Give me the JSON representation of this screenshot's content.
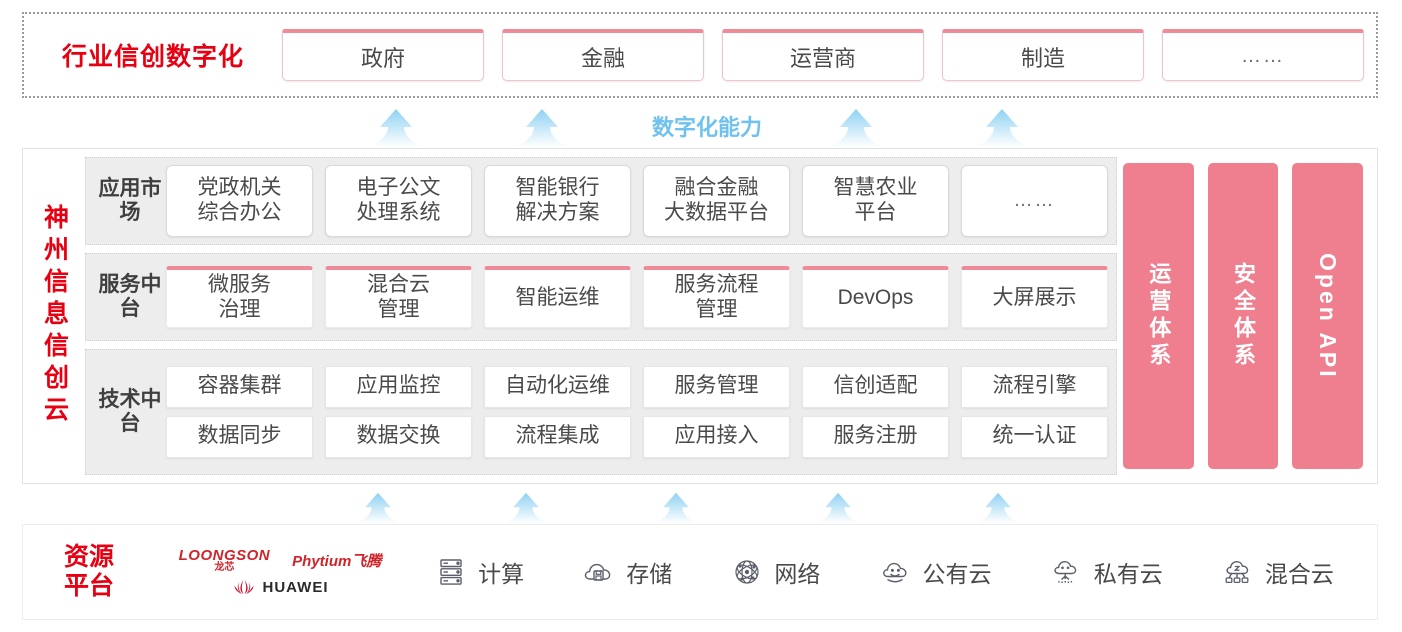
{
  "industry": {
    "title": "行业信创数字化",
    "cards": [
      {
        "label": "政府"
      },
      {
        "label": "金融"
      },
      {
        "label": "运营商"
      },
      {
        "label": "制造"
      },
      {
        "label": "……"
      }
    ]
  },
  "capability": {
    "label": "数字化能力",
    "arrow_icon": "up-arrow-icon",
    "arrow_count_top": 4,
    "arrow_count_bottom": 5
  },
  "cloud": {
    "brand": "神州信息信创云",
    "layers": [
      {
        "key": "app-market",
        "label": "应用市场",
        "cards": [
          {
            "label": "党政机关\n综合办公"
          },
          {
            "label": "电子公文\n处理系统"
          },
          {
            "label": "智能银行\n解决方案"
          },
          {
            "label": "融合金融\n大数据平台"
          },
          {
            "label": "智慧农业\n平台"
          },
          {
            "label": "……"
          }
        ]
      },
      {
        "key": "service-platform",
        "label": "服务中台",
        "cards": [
          {
            "label": "微服务\n治理"
          },
          {
            "label": "混合云\n管理"
          },
          {
            "label": "智能运维"
          },
          {
            "label": "服务流程\n管理"
          },
          {
            "label": "DevOps"
          },
          {
            "label": "大屏展示"
          }
        ]
      },
      {
        "key": "tech-platform",
        "label": "技术中台",
        "rows": [
          [
            {
              "label": "容器集群"
            },
            {
              "label": "应用监控"
            },
            {
              "label": "自动化运维"
            },
            {
              "label": "服务管理"
            },
            {
              "label": "信创适配"
            },
            {
              "label": "流程引擎"
            }
          ],
          [
            {
              "label": "数据同步"
            },
            {
              "label": "数据交换"
            },
            {
              "label": "流程集成"
            },
            {
              "label": "应用接入"
            },
            {
              "label": "服务注册"
            },
            {
              "label": "统一认证"
            }
          ]
        ]
      }
    ],
    "pillars": [
      {
        "label": "运营体系",
        "orientation": "vertical-cjk"
      },
      {
        "label": "安全体系",
        "orientation": "vertical-cjk"
      },
      {
        "label": "Open API",
        "orientation": "vertical-latin"
      }
    ]
  },
  "resource": {
    "title": "资源\n平台",
    "vendors": [
      {
        "name": "LOONGSON",
        "name_cn": "龙芯",
        "icon": "loongson-logo"
      },
      {
        "name": "Phytium飞腾",
        "icon": "phytium-logo"
      },
      {
        "name": "HUAWEI",
        "icon": "huawei-logo"
      }
    ],
    "items": [
      {
        "label": "计算",
        "icon": "server-rack-icon"
      },
      {
        "label": "存储",
        "icon": "cloud-storage-icon"
      },
      {
        "label": "网络",
        "icon": "network-mesh-icon"
      },
      {
        "label": "公有云",
        "icon": "public-cloud-icon"
      },
      {
        "label": "私有云",
        "icon": "private-cloud-icon"
      },
      {
        "label": "混合云",
        "icon": "hybrid-cloud-icon"
      }
    ]
  },
  "colors": {
    "brand_red": "#e60012",
    "pillar_pink": "#ef7f8e",
    "card_top_pink": "#ef8a99",
    "arrow_blue": "#a8dcf5",
    "capability_blue": "#6fc2ef",
    "layer_bg": "#ededed"
  }
}
